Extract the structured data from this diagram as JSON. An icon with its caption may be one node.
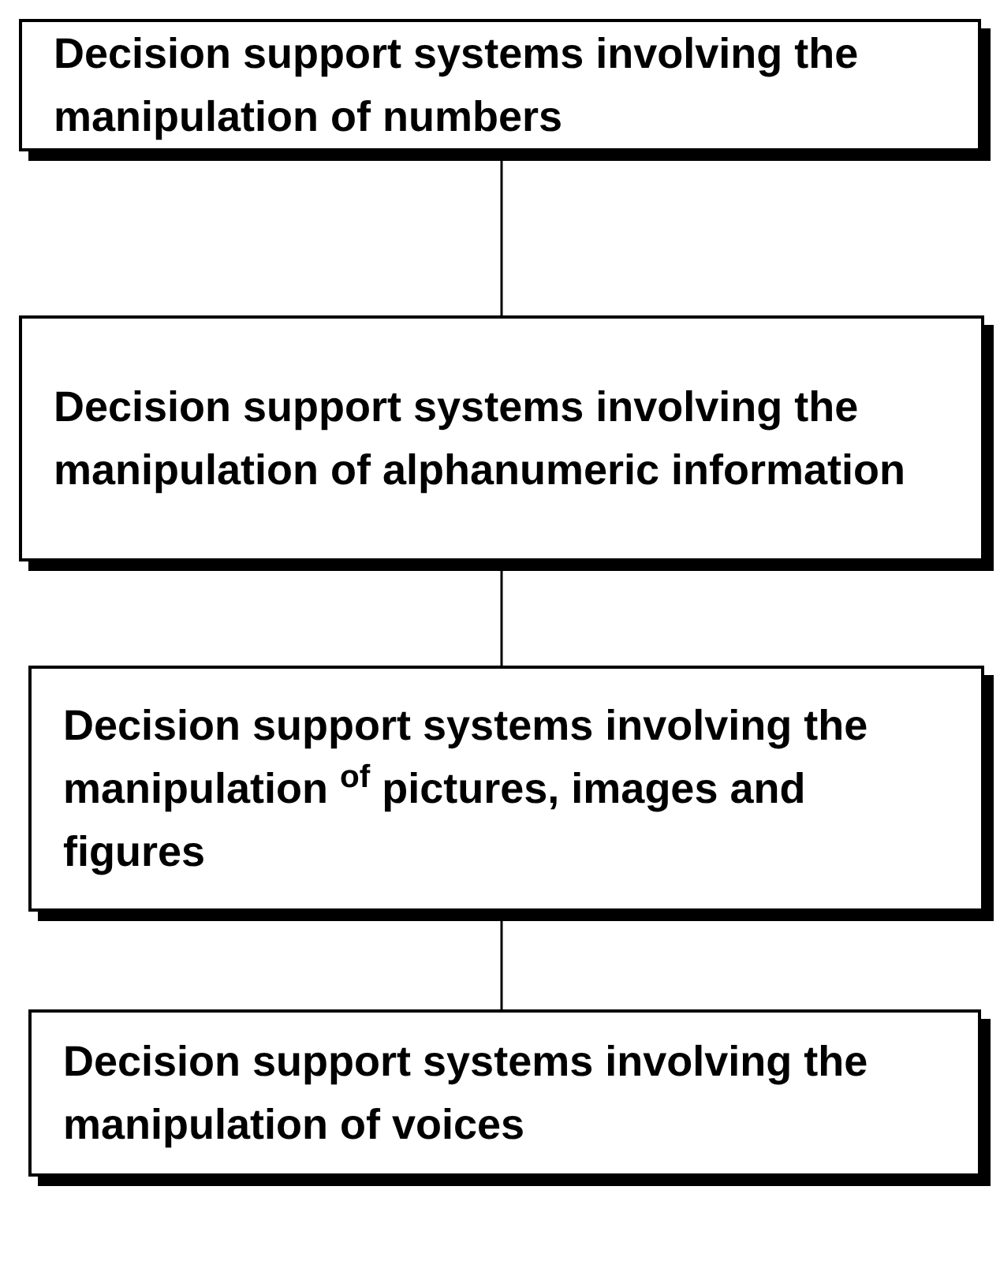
{
  "diagram": {
    "nodes": [
      {
        "text": [
          "Decision support systems involving the manipulation of numbers"
        ]
      },
      {
        "text": [
          "Decision support systems involving the manipulation of alphanumeric information"
        ]
      },
      {
        "text": [
          "Decision support systems involving the manipulation $^{of}$ pictures, images and figures"
        ]
      },
      {
        "text": [
          "Decision support systems involving the manipulation of voices"
        ]
      }
    ],
    "edges": [
      {
        "from": 0,
        "to": 1,
        "arrow": "none"
      },
      {
        "from": 1,
        "to": 2,
        "arrow": "none"
      },
      {
        "from": 2,
        "to": 3,
        "arrow": "none"
      }
    ]
  }
}
